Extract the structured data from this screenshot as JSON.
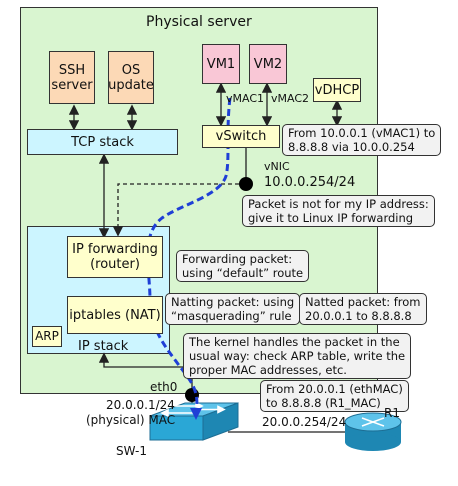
{
  "server": {
    "title": "Physical server"
  },
  "boxes": {
    "ssh": [
      "SSH",
      "server"
    ],
    "os": [
      "OS",
      "update"
    ],
    "vm1": "VM1",
    "vm2": "VM2",
    "vdhcp": "vDHCP",
    "vswitch": "vSwitch",
    "tcp": "TCP stack",
    "ipfwd": [
      "IP forwarding",
      "(router)"
    ],
    "iptables": "iptables (NAT)",
    "arp": "ARP",
    "ipstack": "IP stack"
  },
  "labels": {
    "vmac1": "vMAC1",
    "vmac2": "vMAC2",
    "vnic": "vNIC",
    "vnic_ip": "10.0.0.254/24",
    "eth0": "eth0",
    "eth0_ip": "20.0.0.1/24",
    "eth0_mac": "(physical) MAC",
    "sw1": "SW-1",
    "r1": "R1",
    "r1_ip": "20.0.0.254/24"
  },
  "notes": {
    "from_vm": [
      "From 10.0.0.1 (vMAC1) to",
      "8.8.8.8 via 10.0.0.254"
    ],
    "not_mine": [
      "Packet is not for my IP address:",
      "give it to Linux IP forwarding"
    ],
    "forwarding": [
      "Forwarding packet:",
      "using “default” route"
    ],
    "natting": [
      "Natting packet: using",
      "“masquerading” rule"
    ],
    "natted": [
      "Natted packet: from",
      "20.0.0.1 to 8.8.8.8"
    ],
    "kernel": [
      "The kernel handles the packet in the",
      "usual way: check ARP table, write the",
      "proper MAC addresses, etc."
    ],
    "from_eth": [
      "From 20.0.0.1 (ethMAC)",
      "to 8.8.8.8 (R1_MAC)"
    ]
  },
  "colors": {
    "server_bg": "#d9f5d0",
    "os_box": "#fcd9b6",
    "vm_box": "#f9c7d6",
    "yellow_box": "#ffffcc",
    "blue_box": "#ccf5ff",
    "packet_path": "#1f3fd6",
    "switch": "#2aa7d6",
    "router": "#2aa7d6"
  },
  "icons": {
    "switch": "network-switch-icon",
    "router": "router-icon",
    "interface": "interface-dot-icon"
  }
}
